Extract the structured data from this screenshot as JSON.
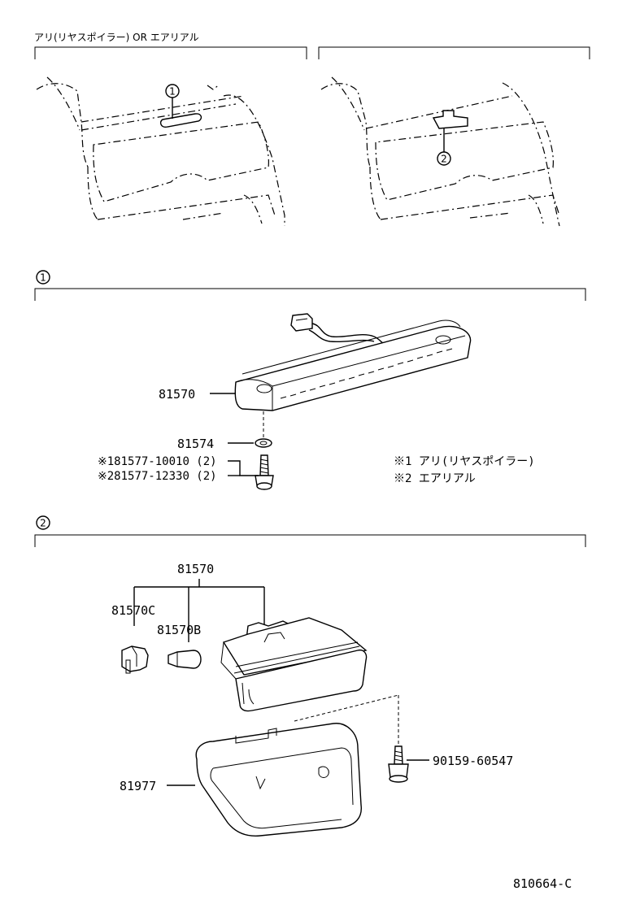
{
  "top_note": "アリ(リヤスポイラー) OR エアリアル",
  "callout_1": "1",
  "callout_2": "2",
  "section1": {
    "marker": "1",
    "lamp_part": "81570",
    "washer_part": "81574",
    "screw_note_1": "※181577-10010 (2)",
    "screw_note_2": "※281577-12330 (2)",
    "legend_1": "※1 アリ(リヤスポイラー)",
    "legend_2": "※2 エアリアル"
  },
  "section2": {
    "marker": "2",
    "assy_part": "81570",
    "socket_part": "81570C",
    "bulb_part": "81570B",
    "cover_part": "81977",
    "bolt_part": "90159-60547"
  },
  "diagram_id": "810664-C"
}
